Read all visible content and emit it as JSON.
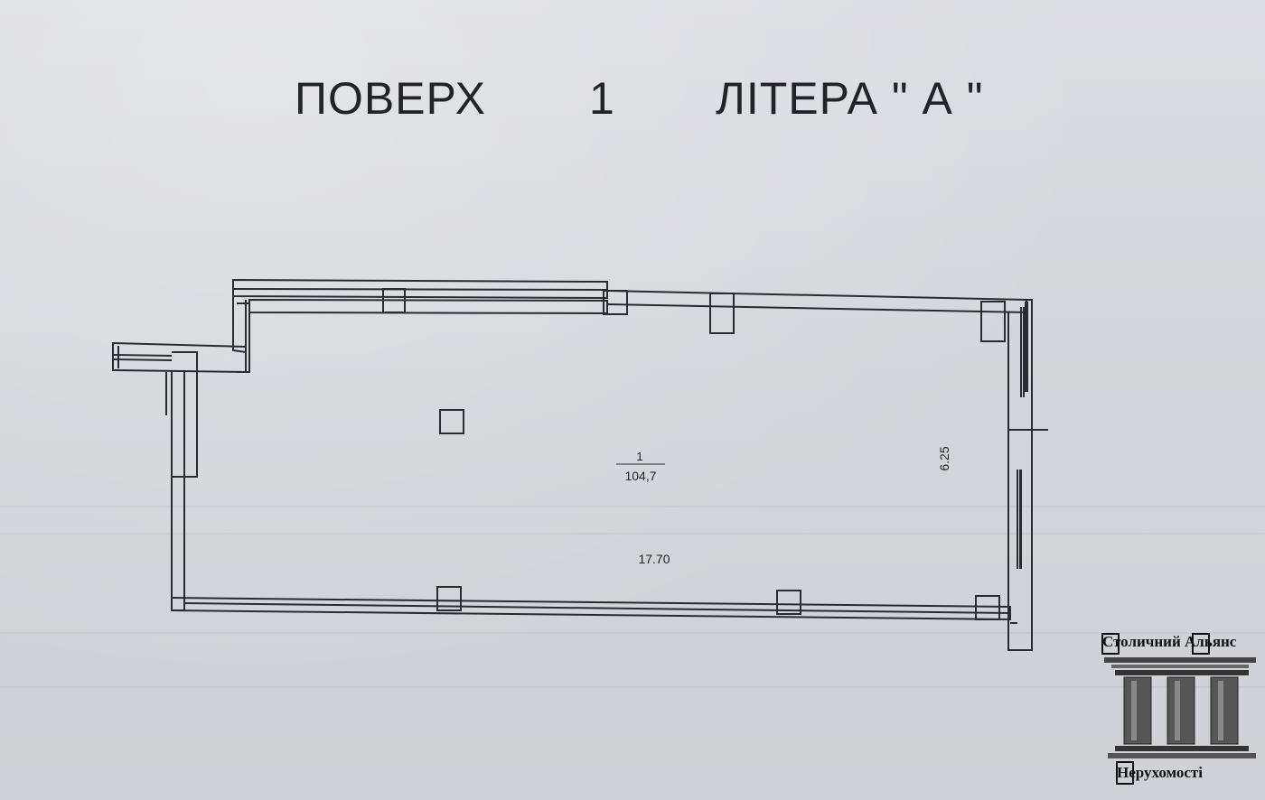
{
  "title": {
    "word1": "ПОВЕРХ",
    "floor_number": "1",
    "word2": "ЛІТЕРА \" А \""
  },
  "room": {
    "number": "1",
    "area": "104,7"
  },
  "dimensions": {
    "length": "17.70",
    "width": "6.25"
  },
  "logo": {
    "line1": "Столичний Альянс",
    "line2": "Нерухомості"
  },
  "colors": {
    "paper": "#d6d8dd",
    "ink": "#222328"
  }
}
